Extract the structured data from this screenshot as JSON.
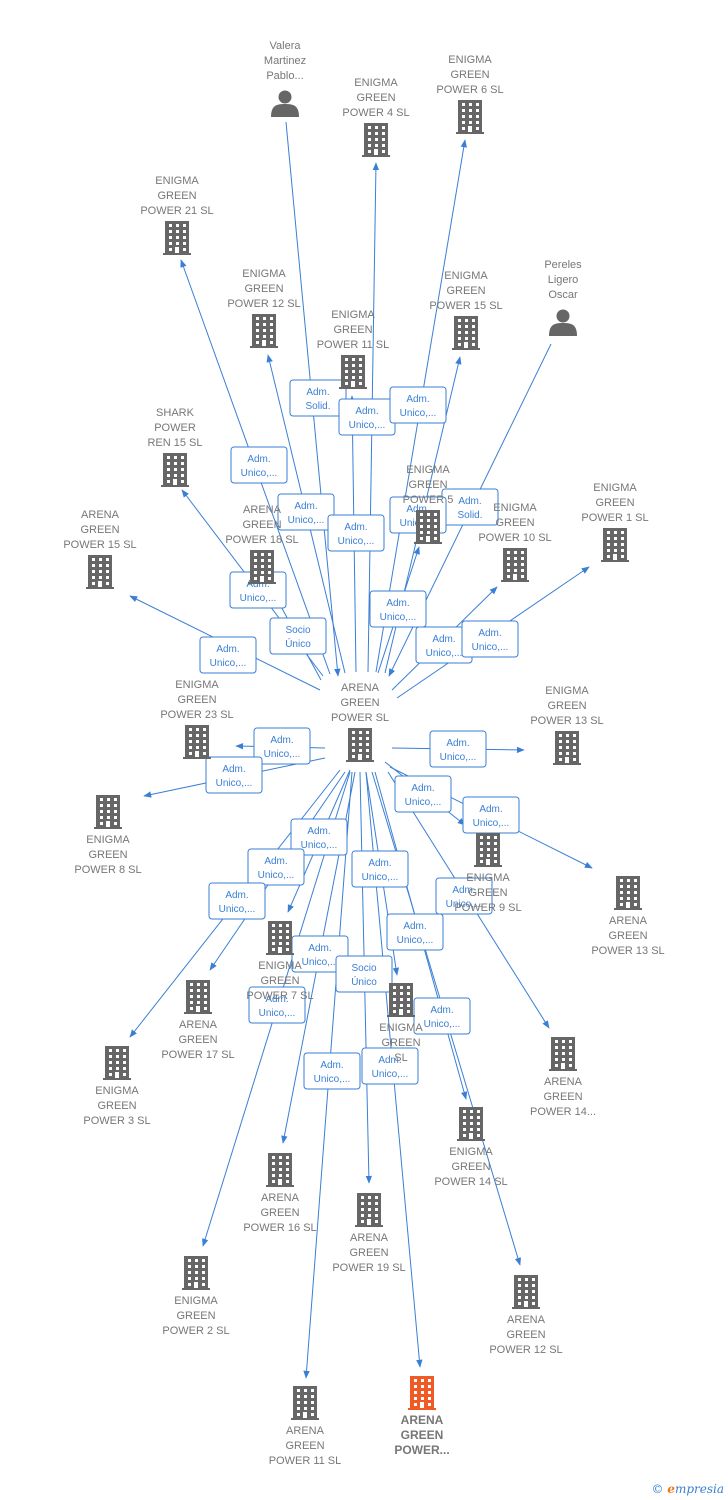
{
  "icons": {
    "company": "building-icon",
    "person": "person-icon"
  },
  "colors": {
    "edge": "#3a7fd5",
    "node": "#666666",
    "highlight": "#f05a24",
    "label": "#777777"
  },
  "center": {
    "id": "center",
    "label": [
      "ARENA",
      "GREEN",
      "POWER SL"
    ]
  },
  "nodes": [
    {
      "id": "valera",
      "type": "person",
      "label": [
        "Valera",
        "Martinez",
        "Pablo..."
      ]
    },
    {
      "id": "eg6",
      "type": "company",
      "label": [
        "ENIGMA",
        "GREEN",
        "POWER 6 SL"
      ]
    },
    {
      "id": "eg4",
      "type": "company",
      "label": [
        "ENIGMA",
        "GREEN",
        "POWER 4 SL"
      ]
    },
    {
      "id": "eg21",
      "type": "company",
      "label": [
        "ENIGMA",
        "GREEN",
        "POWER 21 SL"
      ]
    },
    {
      "id": "pereles",
      "type": "person",
      "label": [
        "Pereles",
        "Ligero",
        "Oscar"
      ]
    },
    {
      "id": "eg12",
      "type": "company",
      "label": [
        "ENIGMA",
        "GREEN",
        "POWER 12 SL"
      ]
    },
    {
      "id": "eg15",
      "type": "company",
      "label": [
        "ENIGMA",
        "GREEN",
        "POWER 15 SL"
      ]
    },
    {
      "id": "eg11",
      "type": "company",
      "label": [
        "ENIGMA",
        "GREEN",
        "POWER 11 SL"
      ]
    },
    {
      "id": "shark",
      "type": "company",
      "label": [
        "SHARK",
        "POWER",
        "REN 15 SL"
      ]
    },
    {
      "id": "eg5",
      "type": "company",
      "label": [
        "ENIGMA",
        "GREEN",
        "POWER 5"
      ]
    },
    {
      "id": "eg10",
      "type": "company",
      "label": [
        "ENIGMA",
        "GREEN",
        "POWER 10 SL"
      ]
    },
    {
      "id": "eg1",
      "type": "company",
      "label": [
        "ENIGMA",
        "GREEN",
        "POWER 1 SL"
      ]
    },
    {
      "id": "ag15",
      "type": "company",
      "label": [
        "ARENA",
        "GREEN",
        "POWER 15 SL"
      ]
    },
    {
      "id": "ag18",
      "type": "company",
      "label": [
        "ARENA",
        "GREEN",
        "POWER 18 SL"
      ]
    },
    {
      "id": "eg23",
      "type": "company",
      "label": [
        "ENIGMA",
        "GREEN",
        "POWER 23 SL"
      ]
    },
    {
      "id": "eg13",
      "type": "company",
      "label": [
        "ENIGMA",
        "GREEN",
        "POWER 13 SL"
      ]
    },
    {
      "id": "eg8",
      "type": "company",
      "label": [
        "ENIGMA",
        "GREEN",
        "POWER 8 SL"
      ]
    },
    {
      "id": "eg9",
      "type": "company",
      "label": [
        "ENIGMA",
        "GREEN",
        "POWER 9 SL"
      ]
    },
    {
      "id": "ag13",
      "type": "company",
      "label": [
        "ARENA",
        "GREEN",
        "POWER 13 SL"
      ]
    },
    {
      "id": "egx",
      "type": "company",
      "label": [
        "ENIGMA",
        "GREEN",
        "POWER 7 SL"
      ]
    },
    {
      "id": "ag17",
      "type": "company",
      "label": [
        "ARENA",
        "GREEN",
        "POWER 17 SL"
      ]
    },
    {
      "id": "eg3",
      "type": "company",
      "label": [
        "ENIGMA",
        "GREEN",
        "POWER 3 SL"
      ]
    },
    {
      "id": "egy",
      "type": "company",
      "label": [
        "ENIGMA",
        "GREEN",
        "SL"
      ]
    },
    {
      "id": "ag14",
      "type": "company",
      "label": [
        "ARENA",
        "GREEN",
        "POWER 14..."
      ]
    },
    {
      "id": "eg14",
      "type": "company",
      "label": [
        "ENIGMA",
        "GREEN",
        "POWER 14 SL"
      ]
    },
    {
      "id": "ag16",
      "type": "company",
      "label": [
        "ARENA",
        "GREEN",
        "POWER 16 SL"
      ]
    },
    {
      "id": "ag19",
      "type": "company",
      "label": [
        "ARENA",
        "GREEN",
        "POWER 19 SL"
      ]
    },
    {
      "id": "eg2",
      "type": "company",
      "label": [
        "ENIGMA",
        "GREEN",
        "POWER 2 SL"
      ]
    },
    {
      "id": "ag12",
      "type": "company",
      "label": [
        "ARENA",
        "GREEN",
        "POWER 12 SL"
      ]
    },
    {
      "id": "ag11",
      "type": "company",
      "label": [
        "ARENA",
        "GREEN",
        "POWER 11 SL"
      ]
    },
    {
      "id": "agx",
      "type": "company",
      "highlight": true,
      "label": [
        "ARENA",
        "GREEN",
        "POWER..."
      ]
    }
  ],
  "edges": [
    {
      "from": "valera",
      "to": "center",
      "label": [
        "Adm.",
        "Solid."
      ]
    },
    {
      "from": "pereles",
      "to": "center",
      "label": [
        "Adm.",
        "Solid."
      ]
    },
    {
      "from": "center",
      "to": "eg4",
      "label": [
        "Adm.",
        "Unico,..."
      ]
    },
    {
      "from": "center",
      "to": "eg6",
      "label": [
        "Adm.",
        "Unico,..."
      ]
    },
    {
      "from": "center",
      "to": "eg21",
      "label": [
        "Adm.",
        "Unico,..."
      ]
    },
    {
      "from": "center",
      "to": "eg12",
      "label": [
        "Adm.",
        "Unico,..."
      ]
    },
    {
      "from": "center",
      "to": "eg15",
      "label": [
        "Adm.",
        "Unico,..."
      ]
    },
    {
      "from": "center",
      "to": "eg11",
      "label": [
        "Adm.",
        "Unico,..."
      ]
    },
    {
      "from": "center",
      "to": "shark",
      "label": [
        "Adm.",
        "Unico,..."
      ]
    },
    {
      "from": "center",
      "to": "eg5",
      "label": [
        "Adm.",
        "Unico,..."
      ]
    },
    {
      "from": "center",
      "to": "eg10",
      "label": [
        "Adm.",
        "Unico,..."
      ]
    },
    {
      "from": "center",
      "to": "eg1",
      "label": [
        "Adm.",
        "Unico,..."
      ]
    },
    {
      "from": "center",
      "to": "ag15",
      "label": [
        "Adm.",
        "Unico,..."
      ]
    },
    {
      "from": "center",
      "to": "ag18",
      "label": [
        "Socio",
        "Único"
      ]
    },
    {
      "from": "center",
      "to": "eg23",
      "label": [
        "Adm.",
        "Unico,..."
      ]
    },
    {
      "from": "center",
      "to": "eg13",
      "label": [
        "Adm.",
        "Unico,..."
      ]
    },
    {
      "from": "center",
      "to": "eg8",
      "label": [
        "Adm.",
        "Unico,..."
      ]
    },
    {
      "from": "center",
      "to": "eg9",
      "label": [
        "Adm.",
        "Unico,..."
      ]
    },
    {
      "from": "center",
      "to": "ag13",
      "label": [
        "Adm.",
        "Unico,..."
      ]
    },
    {
      "from": "center",
      "to": "egx",
      "label": [
        "Adm.",
        "Unico,..."
      ]
    },
    {
      "from": "center",
      "to": "ag17",
      "label": [
        "Adm.",
        "Unico,..."
      ]
    },
    {
      "from": "center",
      "to": "eg3",
      "label": [
        "Adm.",
        "Unico,..."
      ]
    },
    {
      "from": "center",
      "to": "egy",
      "label": [
        "Adm.",
        "Unico,..."
      ]
    },
    {
      "from": "center",
      "to": "ag14",
      "label": [
        "Adm.",
        "Unico,..."
      ]
    },
    {
      "from": "center",
      "to": "eg14",
      "label": [
        "Adm.",
        "Unico,..."
      ]
    },
    {
      "from": "center",
      "to": "ag16",
      "label": [
        "Adm.",
        "Unico,..."
      ]
    },
    {
      "from": "center",
      "to": "ag19",
      "label": [
        "Socio",
        "Único"
      ]
    },
    {
      "from": "center",
      "to": "eg2",
      "label": [
        "Adm.",
        "Unico,..."
      ]
    },
    {
      "from": "center",
      "to": "ag12",
      "label": [
        "Adm.",
        "Unico,..."
      ]
    },
    {
      "from": "center",
      "to": "ag11",
      "label": [
        "Adm.",
        "Unico,..."
      ]
    },
    {
      "from": "center",
      "to": "agx",
      "label": [
        "Adm.",
        "Unico,..."
      ]
    }
  ],
  "footer": {
    "copyright": "©",
    "brand_e": "e",
    "brand_rest": "mpresia"
  }
}
